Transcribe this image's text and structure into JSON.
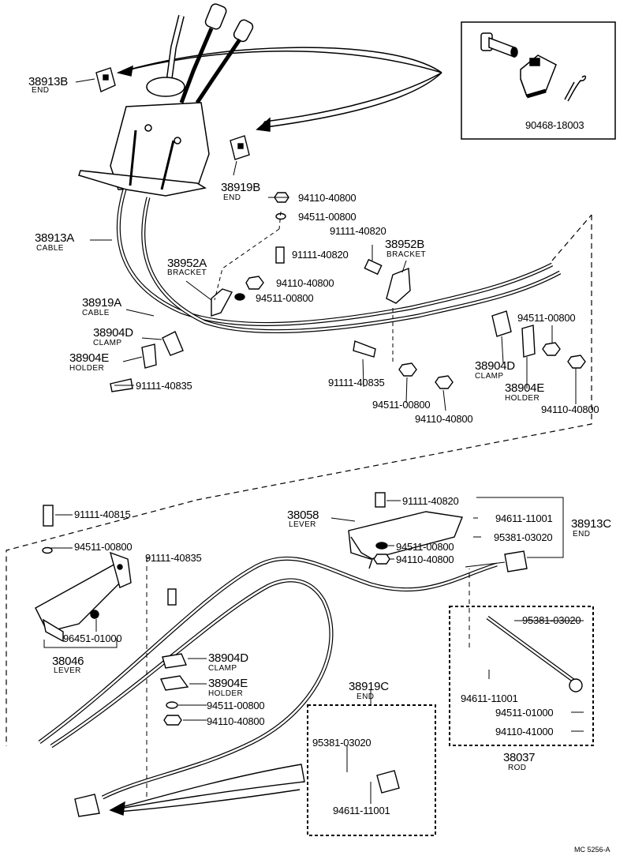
{
  "labels": {
    "p_38913B": "38913B",
    "s_38913B": "END",
    "p_38919B": "38919B",
    "s_38919B": "END",
    "p_90468": "90468-18003",
    "p_94110_a": "94110-40800",
    "p_94511_a": "94511-00800",
    "p_38913A": "38913A",
    "s_38913A": "CABLE",
    "p_91111_40820a": "91111-40820",
    "p_91111_40820b": "91111-40820",
    "p_38952B": "38952B",
    "s_38952B": "BRACKET",
    "p_38952A": "38952A",
    "s_38952A": "BRACKET",
    "p_94110_b": "94110-40800",
    "p_94511_b": "94511-00800",
    "p_38919A": "38919A",
    "s_38919A": "CABLE",
    "p_94511_c": "94511-00800",
    "p_38904D_a": "38904D",
    "s_38904D_a": "CLAMP",
    "p_38904E_a": "38904E",
    "s_38904E_a": "HOLDER",
    "p_91111_40835a": "91111-40835",
    "p_91111_40835b": "91111-40835",
    "p_38904D_b": "38904D",
    "s_38904D_b": "CLAMP",
    "p_38904E_b": "38904E",
    "s_38904E_b": "HOLDER",
    "p_94511_d": "94511-00800",
    "p_94110_c": "94110-40800",
    "p_94110_d": "94110-40800",
    "p_91111_40815": "91111-40815",
    "p_91111_40820c": "91111-40820",
    "p_38058": "38058",
    "s_38058": "LEVER",
    "p_94611_a": "94611-11001",
    "p_38913C": "38913C",
    "s_38913C": "END",
    "p_95381_a": "95381-03020",
    "p_94511_e": "94511-00800",
    "p_94511_f": "94511-00800",
    "p_94110_e": "94110-40800",
    "p_91111_40835c": "91111-40835",
    "p_96451": "96451-01000",
    "p_38046": "38046",
    "s_38046": "LEVER",
    "p_38904D_c": "38904D",
    "s_38904D_c": "CLAMP",
    "p_38904E_c": "38904E",
    "s_38904E_c": "HOLDER",
    "p_94511_g": "94511-00800",
    "p_94110_f": "94110-40800",
    "p_95381_b": "95381-03020",
    "p_94611_b": "94611-11001",
    "p_94511_01000": "94511-01000",
    "p_94110_41000": "94110-41000",
    "p_38037": "38037",
    "s_38037": "ROD",
    "p_38919C": "38919C",
    "s_38919C": "END",
    "p_95381_c": "95381-03020",
    "p_94611_c": "94611-11001",
    "ref": "MC 5256-A"
  }
}
